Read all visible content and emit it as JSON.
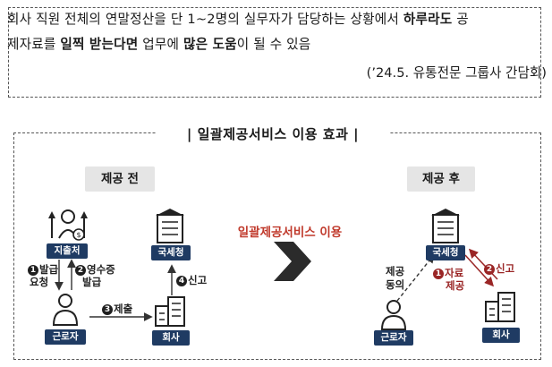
{
  "quote": {
    "line1": [
      {
        "t": "회사 직원 전체의 연말정산을 단 1~2명의 실무자가 담당하는 상황에서 ",
        "b": false
      },
      {
        "t": "하루라도",
        "b": true
      },
      {
        "t": " 공",
        "b": false
      }
    ],
    "line2": [
      {
        "t": "제자료를 ",
        "b": false
      },
      {
        "t": "일찍 받는다면",
        "b": true
      },
      {
        "t": " 업무에 ",
        "b": false
      },
      {
        "t": "많은 도움",
        "b": true
      },
      {
        "t": "이 될 수 있음",
        "b": false
      }
    ],
    "source": "(’24.5. 유통전문 그룹사 간담회)"
  },
  "diagram": {
    "title": "| 일괄제공서비스 이용 효과 |",
    "before": {
      "label": "제공 전",
      "payer": "지출처",
      "nts": "국세청",
      "worker": "근로자",
      "company": "회사",
      "step1": {
        "num": "1",
        "lines": [
          "발급",
          "요청"
        ]
      },
      "step2": {
        "num": "2",
        "lines": [
          "영수증",
          "발급"
        ]
      },
      "step3": {
        "num": "3",
        "text": "제출"
      },
      "step4": {
        "num": "4",
        "text": "신고"
      }
    },
    "center": "일괄제공서비스 이용",
    "after": {
      "label": "제공 후",
      "nts": "국세청",
      "worker": "근로자",
      "company": "회사",
      "consent": [
        "제공",
        "동의"
      ],
      "step1": {
        "num": "1",
        "lines": [
          "자료",
          "제공"
        ]
      },
      "step2": {
        "num": "2",
        "text": "신고"
      }
    }
  },
  "colors": {
    "navy_tag": "#1f3b63",
    "red_accent": "#9a2626",
    "center_red": "#c0392b"
  }
}
